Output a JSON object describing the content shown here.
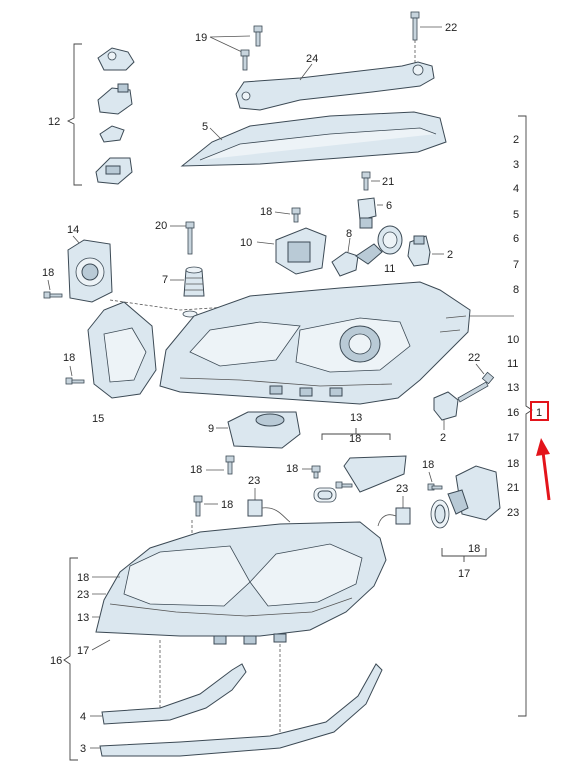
{
  "labels": {
    "p19": "19",
    "p22_top": "22",
    "p24": "24",
    "p12": "12",
    "p5": "5",
    "p21": "21",
    "p6": "6",
    "p18_a": "18",
    "p20": "20",
    "p10": "10",
    "p8": "8",
    "p11": "11",
    "p2_a": "2",
    "p14": "14",
    "p18_b": "18",
    "p7": "7",
    "p18_c": "18",
    "p15": "15",
    "p22_mid": "22",
    "p2_b": "2",
    "p9": "9",
    "p13": "13",
    "p18_d": "18",
    "p18_e": "18",
    "p18_f": "18",
    "p18_g": "18",
    "p18_h": "18",
    "p23_a": "23",
    "p23_b": "23",
    "p18_i": "18",
    "p17": "17",
    "p18_j": "18",
    "p4": "4",
    "p3": "3"
  },
  "left_group_16": {
    "label": "16",
    "items": [
      "18",
      "23",
      "13",
      "17"
    ]
  },
  "right_list": {
    "items": [
      "2",
      "3",
      "4",
      "5",
      "6",
      "7",
      "8",
      "10",
      "11",
      "13",
      "16",
      "1",
      "17",
      "18",
      "21",
      "23"
    ],
    "highlighted": "1"
  },
  "colors": {
    "highlight": "#e3141b",
    "part_fill": "#dbe7ef",
    "outline": "#3c4a55"
  }
}
